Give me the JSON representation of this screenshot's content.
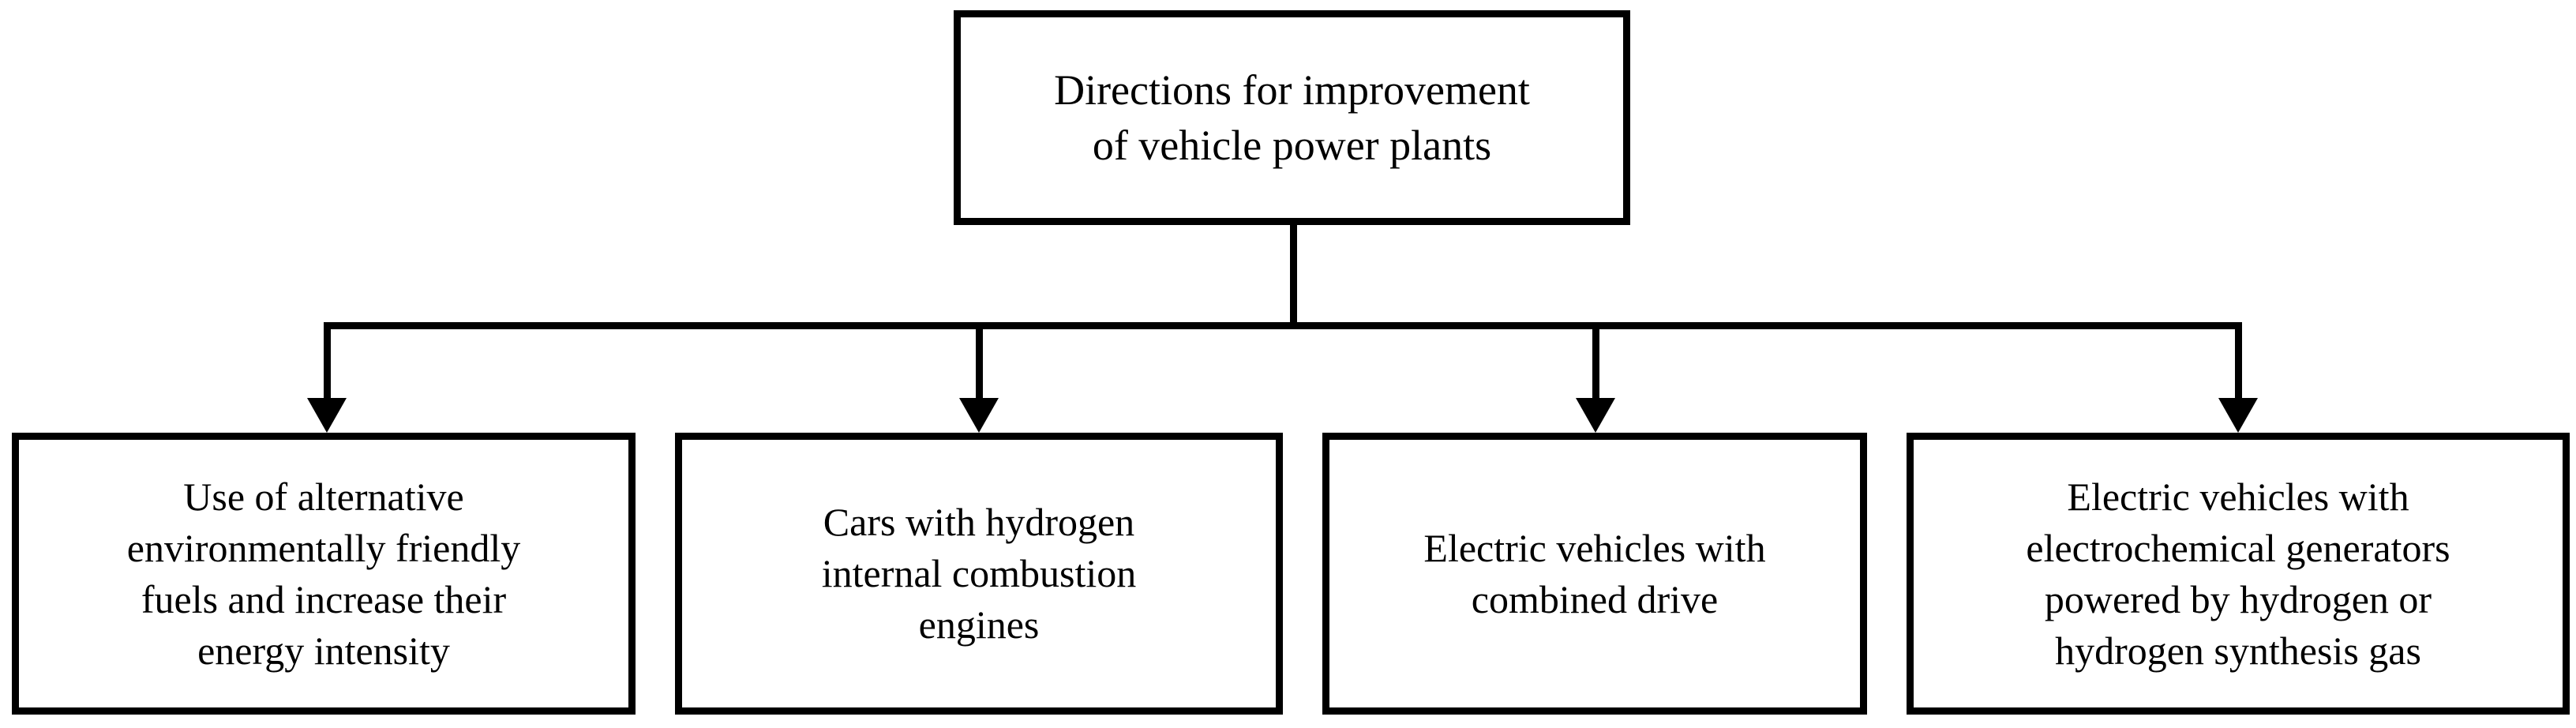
{
  "diagram": {
    "type": "hierarchy-tree",
    "orientation": "top-down",
    "line_color": "#000000",
    "background_color": "#ffffff",
    "text_color": "#000000",
    "root": {
      "label": "Directions for improvement\nof vehicle power plants"
    },
    "children": [
      {
        "label": "Use of alternative\nenvironmentally friendly\nfuels and increase their\nenergy intensity"
      },
      {
        "label": "Cars with hydrogen\ninternal combustion\nengines"
      },
      {
        "label": "Electric vehicles with\ncombined drive"
      },
      {
        "label": "Electric vehicles with\nelectrochemical generators\npowered by hydrogen or\nhydrogen synthesis gas"
      }
    ],
    "connectors": [
      {
        "name": "root-stem",
        "kind": "vertical-line"
      },
      {
        "name": "bus-line",
        "kind": "horizontal-line"
      },
      {
        "name": "branch-arrow-1",
        "kind": "down-arrow"
      },
      {
        "name": "branch-arrow-2",
        "kind": "down-arrow"
      },
      {
        "name": "branch-arrow-3",
        "kind": "down-arrow"
      },
      {
        "name": "branch-arrow-4",
        "kind": "down-arrow"
      }
    ]
  }
}
